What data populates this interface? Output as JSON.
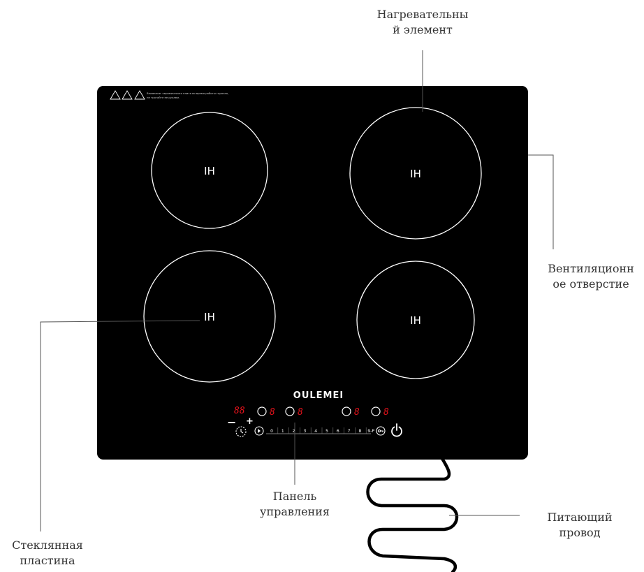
{
  "labels": {
    "heating_element": [
      "Нагревательны",
      "й элемент"
    ],
    "vent": [
      "Вентиляционн",
      "ое отверстие"
    ],
    "control_panel": [
      "Панель",
      "управления"
    ],
    "power_cord": [
      "Питающий",
      "провод"
    ],
    "glass_plate": [
      "Стеклянная",
      "пластина"
    ]
  },
  "hob": {
    "brand": "OULEMEI",
    "burner_label": "IH",
    "warning_text": [
      "Внимание: керамическая плита во время работы горячая,",
      "не трогайте ее руками."
    ],
    "timer_display": "88",
    "zone_display": "8",
    "slider_values": [
      "0",
      "1",
      "2",
      "3",
      "4",
      "5",
      "6",
      "7",
      "8",
      "9-P"
    ],
    "minus": "−",
    "plus": "+"
  },
  "colors": {
    "glass": "#000000",
    "ring": "#ffffff",
    "display": "#e0121b",
    "leader": "#555555",
    "label": "#333333"
  }
}
